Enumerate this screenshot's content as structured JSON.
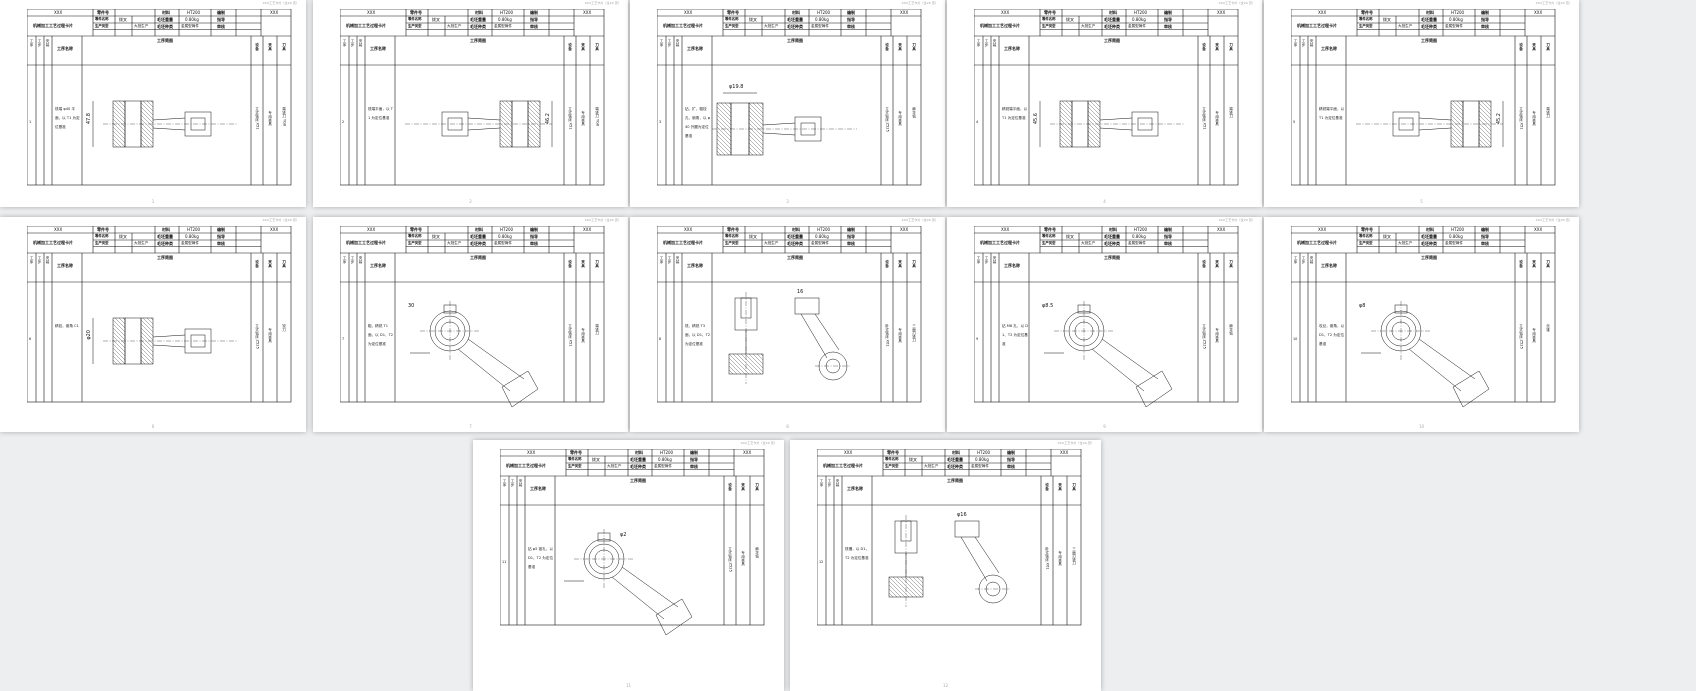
{
  "header_text": "XXX工艺卡片（全20 页）",
  "card_header": {
    "company": "XXX",
    "card_title": "机械加工工艺过程卡片",
    "part_no_label": "零件号",
    "material_label": "材料",
    "material_value": "HT200",
    "sheets_label": "编制",
    "company_right": "XXX",
    "part_name_label": "零件名称",
    "part_name_value": "拨叉",
    "blank_weight_label": "毛坯重量",
    "blank_weight_value": "0.80kg",
    "reviewer_label": "指导",
    "production_label": "生产类型",
    "production_value": "大批生产",
    "blank_type_label": "毛坯种类",
    "blank_type_value": "金属型铸件",
    "approve_label": "审核"
  },
  "table_head": {
    "col_process": "工序",
    "col_step": "工步",
    "col_install": "安装",
    "col_name": "工序名称",
    "col_sketch": "工序简图",
    "col_equipment": "设备",
    "col_fixture": "夹具",
    "col_tool": "刀具"
  },
  "cards": [
    {
      "num": "1",
      "desc": "铣端 φ40 平面，以 T1 为定位基准",
      "equipment": "立式铣床 X51",
      "fixture": "专用夹具",
      "tool": "端铣刀 YG8",
      "dim": "47.8",
      "page": "1"
    },
    {
      "num": "2",
      "desc": "铣端平面，以 T1 为定位基准",
      "equipment": "立式铣床 X51",
      "fixture": "专用夹具",
      "tool": "端铣刀 YG8",
      "dim": "46.2",
      "page": "2"
    },
    {
      "num": "3",
      "desc": "钻、扩、粗铰孔，倒角，以 φ40 外圆为定位基准",
      "equipment": "立式钻床 Z525",
      "fixture": "专用夹具",
      "tool": "麻花钻",
      "dim": "φ19.8",
      "page": "3"
    },
    {
      "num": "4",
      "desc": "精铣端平面，以 T1 为定位基准",
      "equipment": "立式铣床 X51",
      "fixture": "专用夹具",
      "tool": "端铣刀",
      "dim": "45.6",
      "page": "4"
    },
    {
      "num": "5",
      "desc": "精铣端平面，以 T1 为定位基准",
      "equipment": "立式铣床 X51",
      "fixture": "专用夹具",
      "tool": "端铣刀",
      "dim": "45.2",
      "page": "5"
    },
    {
      "num": "6",
      "desc": "精铰，倒角 C1",
      "equipment": "立式钻床 Z525",
      "fixture": "专用夹具",
      "tool": "铰刀",
      "dim": "φ20",
      "page": "6"
    },
    {
      "num": "7",
      "desc": "粗、精铣 T1 面，以 D1、T2 为定位基准",
      "equipment": "立式铣床 X51",
      "fixture": "专用夹具",
      "tool": "端铣刀",
      "dim": "30",
      "page": "7"
    },
    {
      "num": "8",
      "desc": "铣、精铣 T3 面，以 D1、T2 为定位基准",
      "equipment": "卧式铣床 X61",
      "fixture": "专用夹具",
      "tool": "三面刃铣刀",
      "dim": "16",
      "page": "8"
    },
    {
      "num": "9",
      "desc": "钻 M8 孔，以 D1、T2 为定位基准",
      "equipment": "立式钻床 Z525",
      "fixture": "专用夹具",
      "tool": "麻花钻",
      "dim": "φ8.5",
      "page": "9"
    },
    {
      "num": "10",
      "desc": "攻丝，倒角，以 D1、T2 为定位基准",
      "equipment": "立式钻床 Z525",
      "fixture": "专用夹具",
      "tool": "丝锥",
      "dim": "φ8",
      "page": "10"
    },
    {
      "num": "11",
      "desc": "钻 φ5 锥孔，以 D1、T2 为定位基准",
      "equipment": "立式钻床 Z525",
      "fixture": "专用夹具",
      "tool": "麻花钻",
      "dim": "φ2",
      "page": "11"
    },
    {
      "num": "12",
      "desc": "铣槽，以 D1、T2 为定位基准",
      "equipment": "卧式铣床 X61",
      "fixture": "专用夹具",
      "tool": "三面刃铣刀",
      "dim": "φ16",
      "page": "12"
    }
  ]
}
